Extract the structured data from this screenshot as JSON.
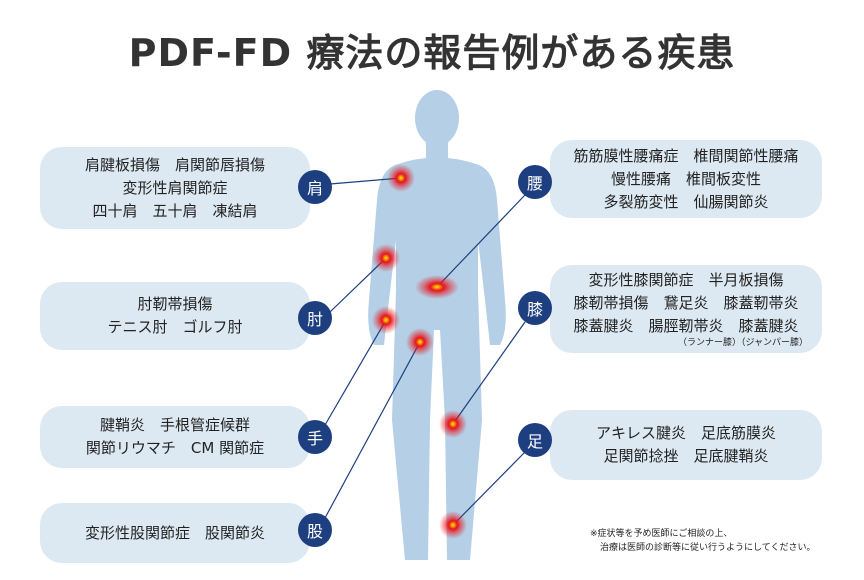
{
  "title": "PDF-FD 療法の報告例がある疾患",
  "left": [
    {
      "badge": "肩",
      "lines": [
        "肩腱板損傷　肩関節唇損傷",
        "変形性肩関節症",
        "四十肩　五十肩　凍結肩"
      ]
    },
    {
      "badge": "肘",
      "lines": [
        "肘靭帯損傷",
        "テニス肘　ゴルフ肘"
      ]
    },
    {
      "badge": "手",
      "lines": [
        "腱鞘炎　手根管症候群",
        "関節リウマチ　CM 関節症"
      ]
    },
    {
      "badge": "股",
      "lines": [
        "変形性股関節症　股関節炎"
      ]
    }
  ],
  "right": [
    {
      "badge": "腰",
      "lines": [
        "筋筋膜性腰痛症　椎間関節性腰痛",
        "慢性腰痛　椎間板変性",
        "多裂筋変性　仙腸関節炎"
      ]
    },
    {
      "badge": "膝",
      "lines": [
        "変形性膝関節症　半月板損傷",
        "膝靭帯損傷　鵞足炎　膝蓋靭帯炎",
        "膝蓋腱炎　腸脛靭帯炎　膝蓋腱炎"
      ],
      "sub": "（ランナー膝）（ジャンパー膝）"
    },
    {
      "badge": "足",
      "lines": [
        "アキレス腱炎　足底筋膜炎",
        "足関節捻挫　足底腱鞘炎"
      ]
    }
  ],
  "note": [
    "※症状等を予め医師にご相談の上、",
    "治療は医師の診断等に従い行うようにしてください。"
  ],
  "colors": {
    "badge": "#1d3f80",
    "box": "#dde9f2",
    "body": "#b4cfe6",
    "pain": "#e8141c"
  }
}
